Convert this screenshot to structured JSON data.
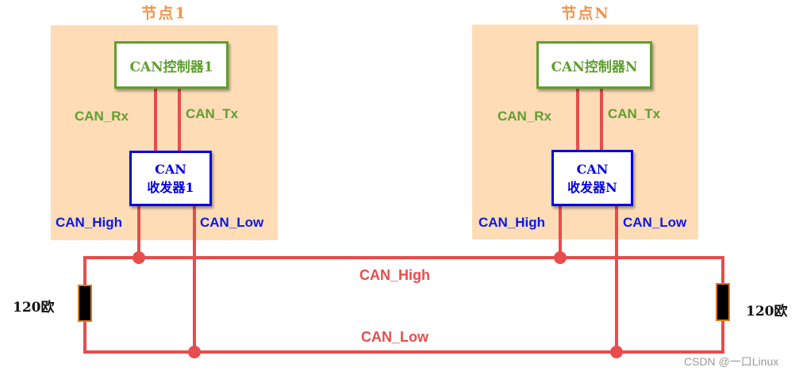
{
  "nodes": [
    {
      "title": "节点1",
      "controller_label": "CAN控制器1",
      "rx_label": "CAN_Rx",
      "tx_label": "CAN_Tx",
      "transceiver_line1": "CAN",
      "transceiver_line2": "收发器1",
      "high_label": "CAN_High",
      "low_label": "CAN_Low"
    },
    {
      "title": "节点N",
      "controller_label": "CAN控制器N",
      "rx_label": "CAN_Rx",
      "tx_label": "CAN_Tx",
      "transceiver_line1": "CAN",
      "transceiver_line2": "收发器N",
      "high_label": "CAN_High",
      "low_label": "CAN_Low"
    }
  ],
  "bus": {
    "high_label": "CAN_High",
    "low_label": "CAN_Low"
  },
  "terminators": {
    "left_label": "120欧",
    "right_label": "120欧"
  },
  "colors": {
    "wire": "#e84c4c",
    "node_bg": "#fddcb6",
    "controller": "#5f9e2f",
    "transceiver": "#0000e6",
    "title": "#f2954a",
    "resistor_fill": "#000000",
    "resistor_border": "#e07a1a"
  },
  "watermark": "CSDN @一口Linux"
}
